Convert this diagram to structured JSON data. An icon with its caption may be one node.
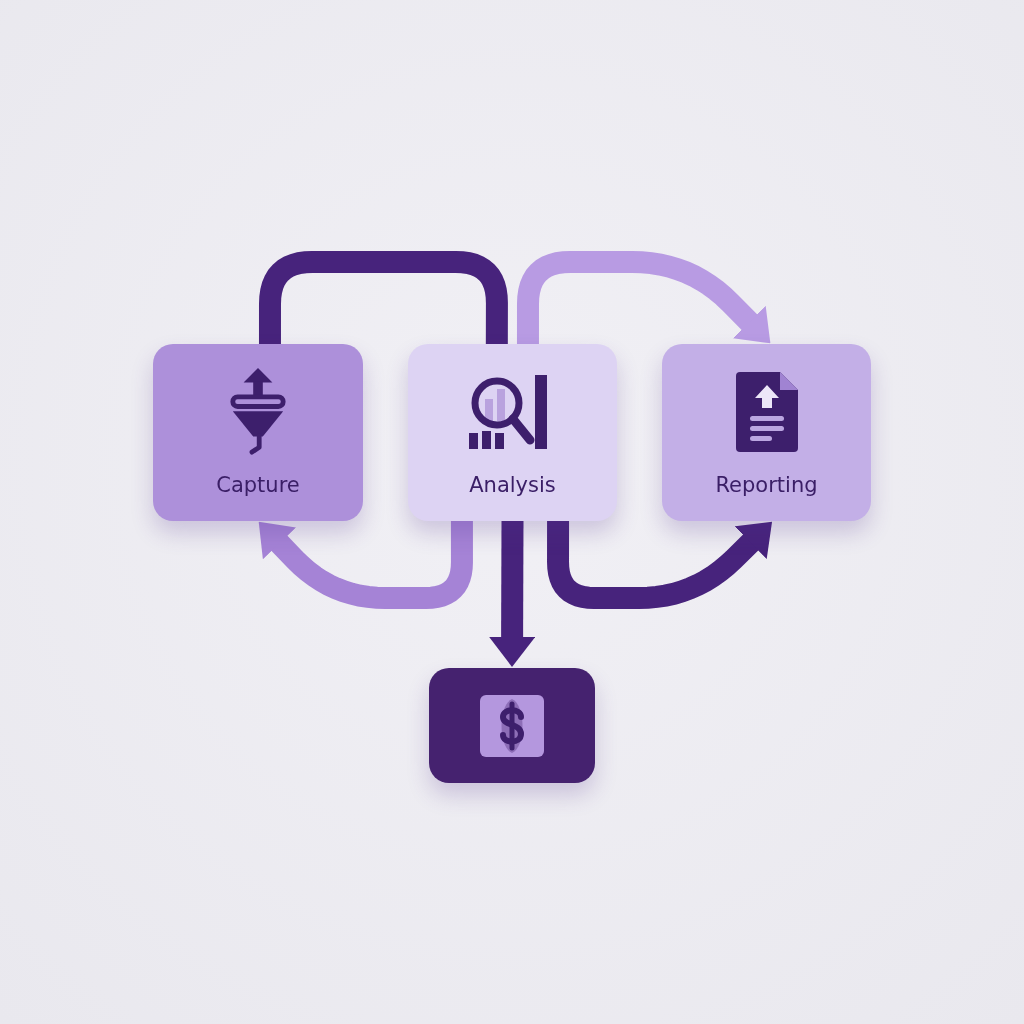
{
  "diagram": {
    "nodes": [
      {
        "text": [
          "Capture"
        ]
      },
      {
        "text": [
          "Analysis"
        ]
      },
      {
        "text": [
          "Reporting"
        ]
      },
      {
        "text": [],
        "shape": "box"
      }
    ],
    "edges": [
      {
        "from": 0,
        "to": 1,
        "arrow": "none"
      },
      {
        "from": 1,
        "to": 2,
        "arrow": "to",
        "color": "#b89be3"
      },
      {
        "from": 1,
        "to": 0,
        "arrow": "to",
        "color": "#a583d6"
      },
      {
        "from": 1,
        "to": 3,
        "arrow": "to"
      },
      {
        "from": 1,
        "to": 2,
        "arrow": "to"
      }
    ]
  }
}
